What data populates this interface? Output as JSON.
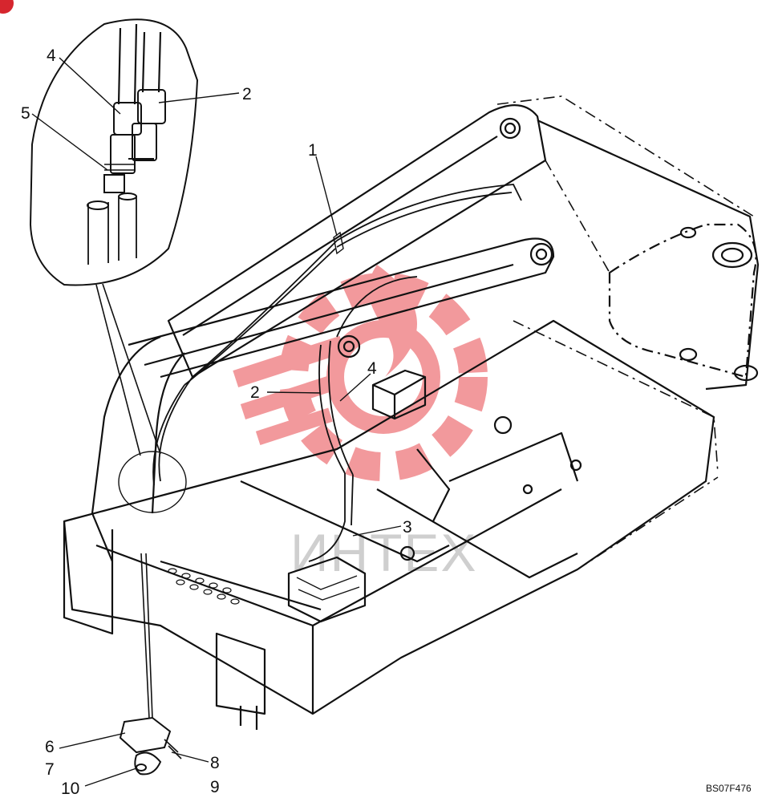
{
  "figure_id": "BS07F476",
  "watermark_text": "ИНТЕХ",
  "colors": {
    "line": "#111111",
    "watermark": "#e8474d",
    "watermark_text": "#cfcfcf"
  },
  "callouts": [
    "1",
    "2",
    "2",
    "3",
    "4",
    "4",
    "5",
    "6",
    "7",
    "8",
    "9",
    "10"
  ]
}
